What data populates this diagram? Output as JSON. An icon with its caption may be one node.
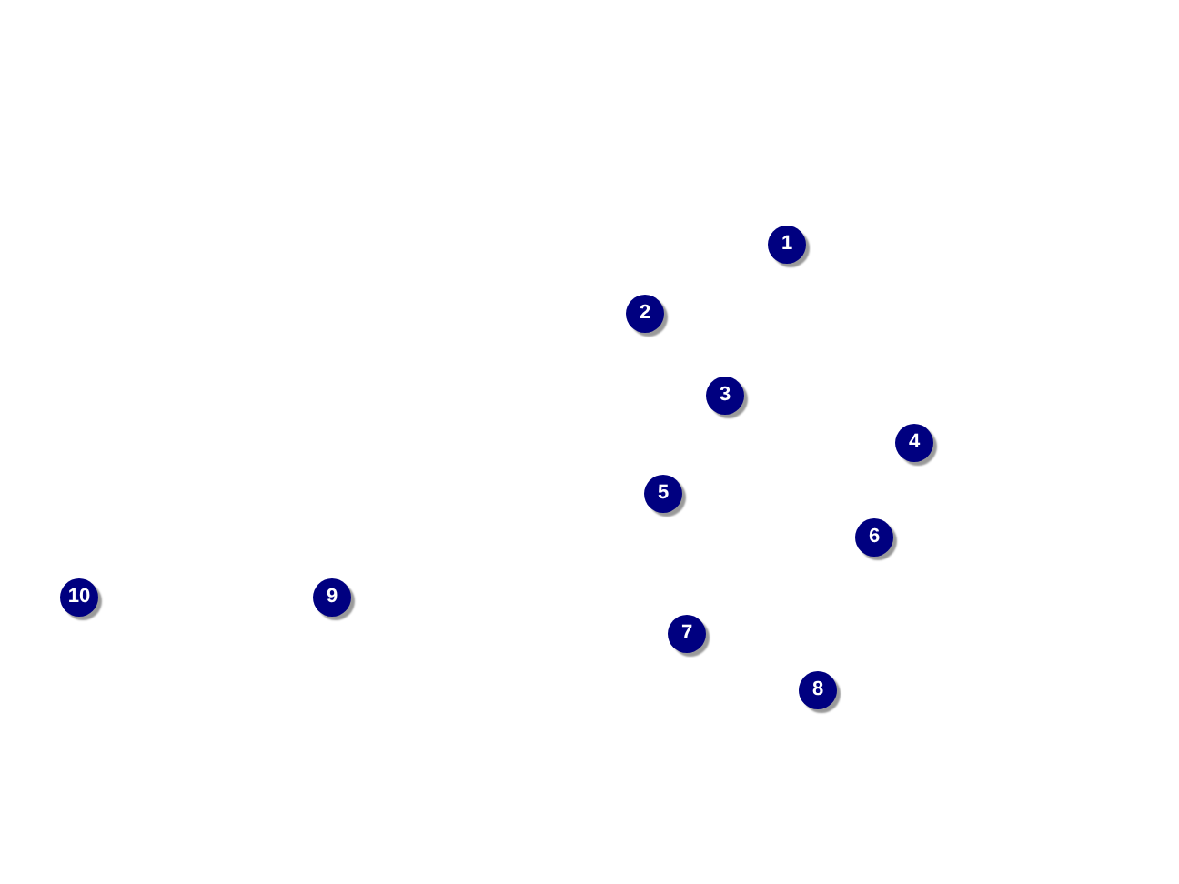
{
  "diagram": {
    "nodes": [
      {
        "text": [
          "1"
        ]
      },
      {
        "text": [
          "2"
        ]
      },
      {
        "text": [
          "3"
        ]
      },
      {
        "text": [
          "4"
        ]
      },
      {
        "text": [
          "5"
        ]
      },
      {
        "text": [
          "6"
        ]
      },
      {
        "text": [
          "7"
        ]
      },
      {
        "text": [
          "8"
        ]
      },
      {
        "text": [
          "9"
        ]
      },
      {
        "text": [
          "10"
        ]
      }
    ]
  }
}
